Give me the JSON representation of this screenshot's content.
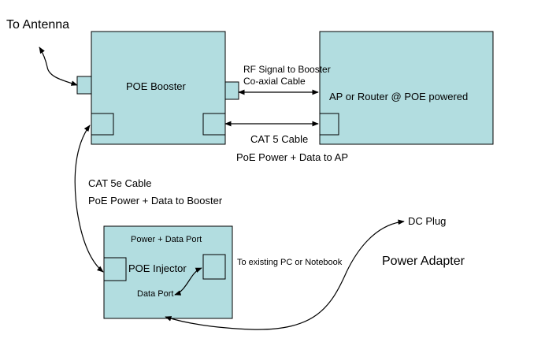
{
  "labels": {
    "antenna": "To Antenna",
    "booster": "POE Booster",
    "rf_signal": "RF Signal to Booster",
    "coax": "Co-axial Cable",
    "ap": "AP or Router @ POE powered",
    "cat5": "CAT 5 Cable",
    "poe_to_ap": "PoE Power + Data to AP",
    "cat5e": "CAT 5e Cable",
    "poe_to_booster": "PoE Power + Data to Booster",
    "dc_plug": "DC Plug",
    "power_data_port": "Power + Data Port",
    "injector": "POE Injector",
    "existing_pc": "To existing PC or Notebook",
    "data_port": "Data Port",
    "power_adapter": "Power Adapter"
  },
  "colors": {
    "box_fill": "#b2dde0",
    "line": "#000000",
    "background": "#ffffff"
  }
}
